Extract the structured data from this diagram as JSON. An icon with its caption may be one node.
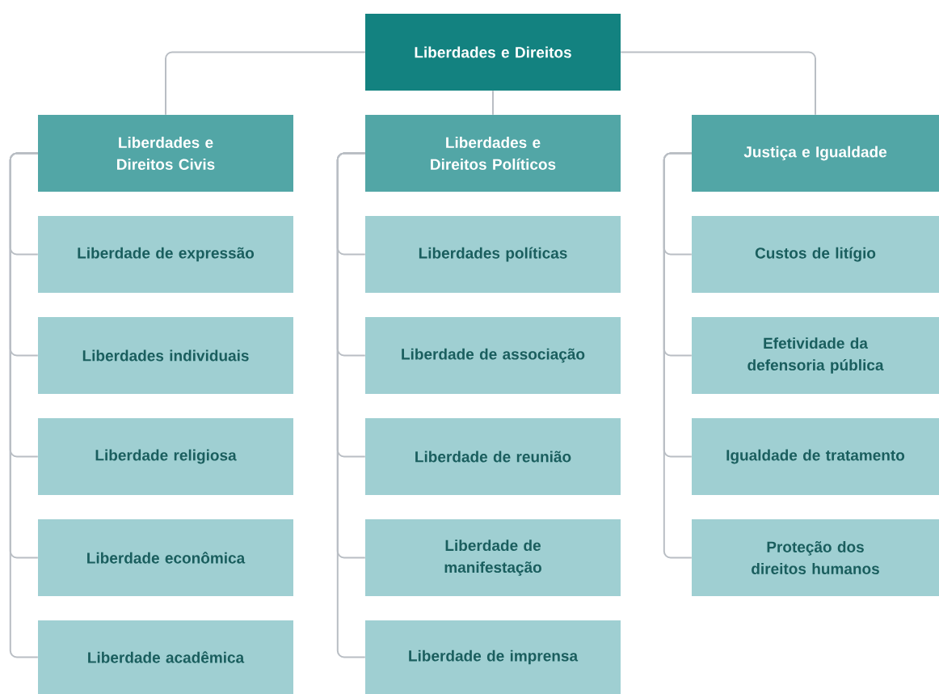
{
  "diagram": {
    "nodes": [
      {
        "text": [
          "Liberdades e Direitos"
        ]
      },
      {
        "text": [
          "Liberdades e Direitos Civis"
        ]
      },
      {
        "text": [
          "Liberdade de expressão"
        ]
      },
      {
        "text": [
          "Liberdades individuais"
        ]
      },
      {
        "text": [
          "Liberdade religiosa"
        ]
      },
      {
        "text": [
          "Liberdade econômica"
        ]
      },
      {
        "text": [
          "Liberdade acadêmica"
        ]
      },
      {
        "text": [
          "Liberdades e Direitos Políticos"
        ]
      },
      {
        "text": [
          "Liberdades políticas"
        ]
      },
      {
        "text": [
          "Liberdade de associação"
        ]
      },
      {
        "text": [
          "Liberdade de reunião"
        ]
      },
      {
        "text": [
          "Liberdade de manifestação"
        ]
      },
      {
        "text": [
          "Liberdade de imprensa"
        ]
      },
      {
        "text": [
          "Justiça e Igualdade"
        ]
      },
      {
        "text": [
          "Custos de litígio"
        ]
      },
      {
        "text": [
          "Efetividade da defensoria pública"
        ]
      },
      {
        "text": [
          "Igualdade de tratamento"
        ]
      },
      {
        "text": [
          "Proteção dos direitos humanos"
        ]
      }
    ],
    "edges": [
      {
        "from": 0,
        "to": 1,
        "arrow": "none"
      },
      {
        "from": 0,
        "to": 7,
        "arrow": "none"
      },
      {
        "from": 0,
        "to": 13,
        "arrow": "none"
      },
      {
        "from": 1,
        "to": 2,
        "arrow": "none"
      },
      {
        "from": 1,
        "to": 3,
        "arrow": "none"
      },
      {
        "from": 1,
        "to": 4,
        "arrow": "none"
      },
      {
        "from": 1,
        "to": 5,
        "arrow": "none"
      },
      {
        "from": 1,
        "to": 6,
        "arrow": "none"
      },
      {
        "from": 7,
        "to": 8,
        "arrow": "none"
      },
      {
        "from": 7,
        "to": 9,
        "arrow": "none"
      },
      {
        "from": 7,
        "to": 10,
        "arrow": "none"
      },
      {
        "from": 7,
        "to": 11,
        "arrow": "none"
      },
      {
        "from": 7,
        "to": 12,
        "arrow": "none"
      },
      {
        "from": 13,
        "to": 14,
        "arrow": "none"
      },
      {
        "from": 13,
        "to": 15,
        "arrow": "none"
      },
      {
        "from": 13,
        "to": 16,
        "arrow": "none"
      },
      {
        "from": 13,
        "to": 17,
        "arrow": "none"
      }
    ]
  }
}
